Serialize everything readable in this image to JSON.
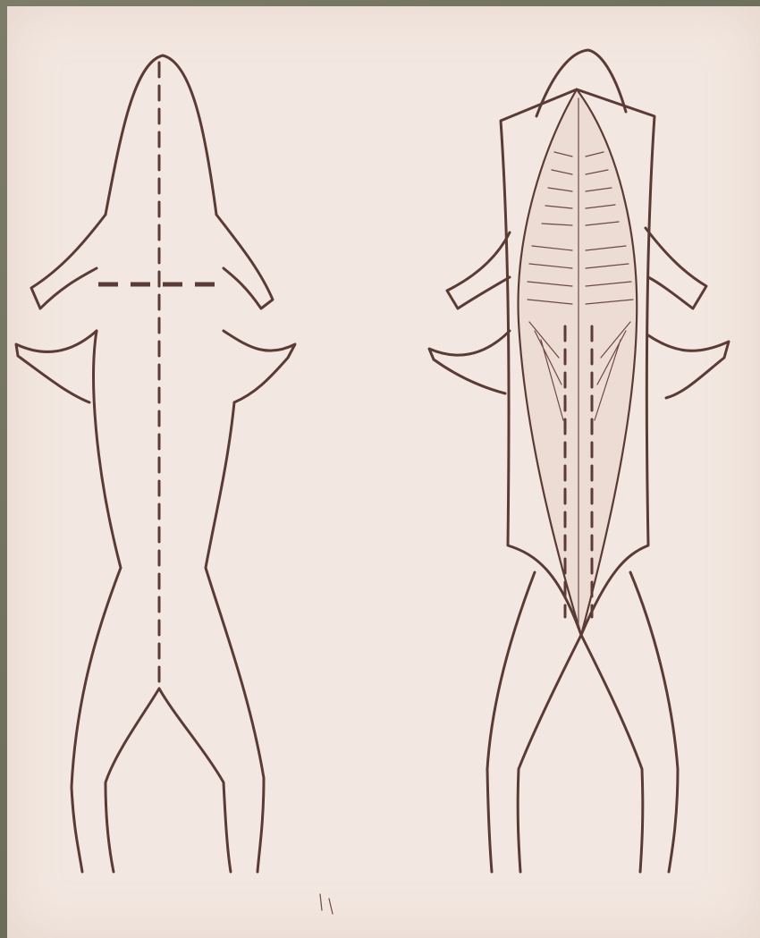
{
  "figure": {
    "panels": [
      {
        "id": "left",
        "subject": "frog-dorsal-with-cut-lines"
      },
      {
        "id": "right",
        "subject": "frog-skin-opened-showing-muscles"
      }
    ],
    "colors": {
      "paper": "#f3e8e1",
      "ink": "#5b3b35",
      "frame": "#6e6e5c"
    }
  }
}
